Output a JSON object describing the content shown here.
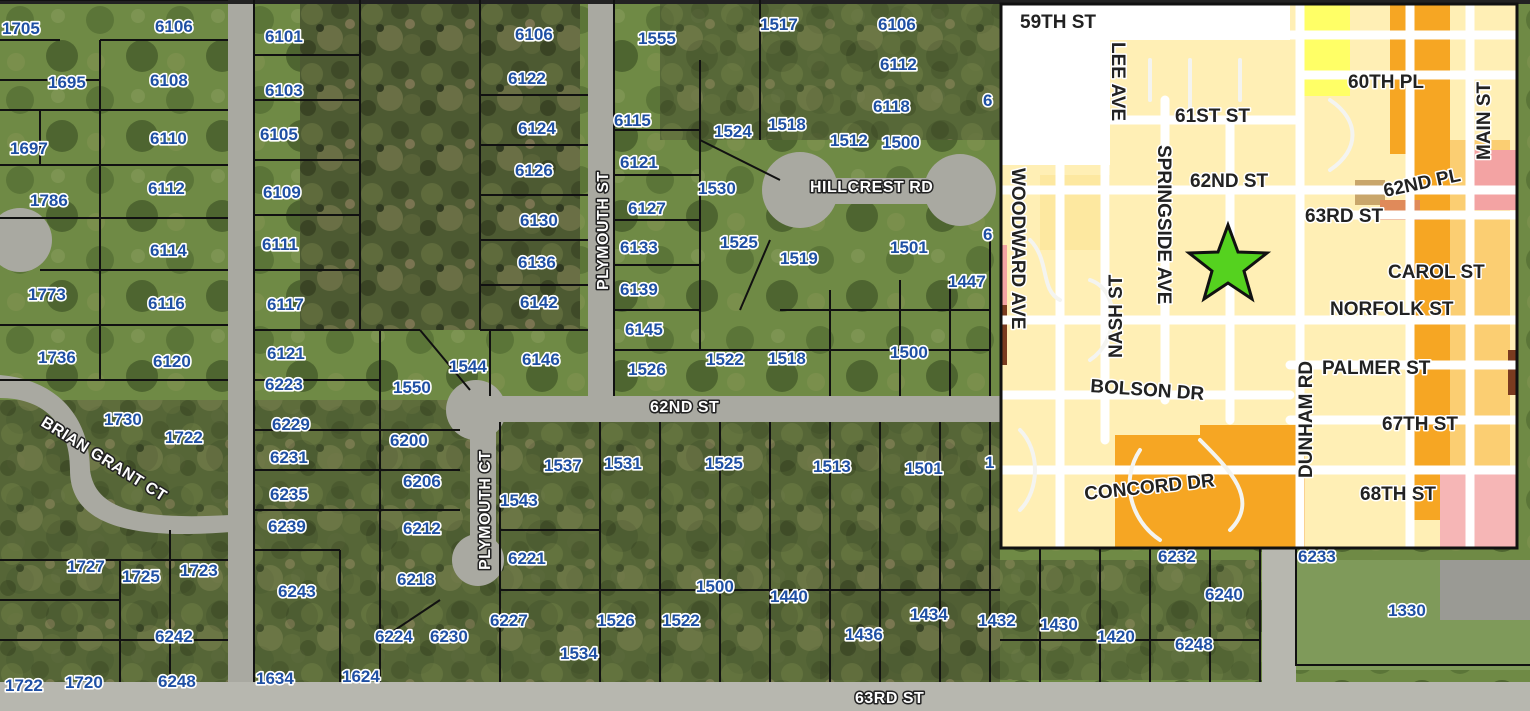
{
  "map": {
    "aerial_streets": [
      {
        "id": "plymouth-st",
        "label": "PLYMOUTH ST"
      },
      {
        "id": "hillcrest-rd",
        "label": "HILLCREST RD"
      },
      {
        "id": "62nd-st",
        "label": "62ND ST"
      },
      {
        "id": "plymouth-ct",
        "label": "PLYMOUTH CT"
      },
      {
        "id": "brian-grant-ct",
        "label": "BRIAN GRANT CT"
      },
      {
        "id": "63rd-st",
        "label": "63RD ST"
      }
    ],
    "address_labels": [
      "1705",
      "6106",
      "6101",
      "6106",
      "1555",
      "1517",
      "6106",
      "1695",
      "6108",
      "6103",
      "6122",
      "6112",
      "6",
      "1697",
      "6110",
      "6105",
      "6124",
      "6115",
      "1524",
      "1518",
      "6118",
      "1512",
      "1500",
      "6126",
      "6121",
      "1786",
      "6112",
      "6109",
      "1530",
      "6130",
      "6127",
      "6114",
      "6111",
      "6136",
      "6133",
      "1525",
      "1519",
      "1501",
      "6",
      "1773",
      "6116",
      "6117",
      "6142",
      "6139",
      "1447",
      "6145",
      "1736",
      "6120",
      "6121",
      "1544",
      "6146",
      "1526",
      "1522",
      "1518",
      "1500",
      "6223",
      "1550",
      "1730",
      "6229",
      "1722",
      "6200",
      "6231",
      "1537",
      "1531",
      "1525",
      "1513",
      "1501",
      "1",
      "6206",
      "6235",
      "1543",
      "6239",
      "6212",
      "6221",
      "1727",
      "1725",
      "1723",
      "6243",
      "6218",
      "6232",
      "6233",
      "1500",
      "1440",
      "6240",
      "1330",
      "6242",
      "6224",
      "6230",
      "6227",
      "1526",
      "1522",
      "1434",
      "1432",
      "1430",
      "1436",
      "1420",
      "6248",
      "1534",
      "1634",
      "1624",
      "1722",
      "1720",
      "6248"
    ],
    "inset": {
      "site_marker": "green-star",
      "zoning_colors": {
        "single_family": "#ffefb5",
        "multi_family": "#f6a623",
        "light_yellow": "#fdd67a",
        "commercial": "#f3a3a3",
        "yellow": "#ffff5a",
        "tan": "#c9a66b",
        "dark": "#7a3b1f"
      },
      "streets": [
        {
          "id": "59th-st",
          "label": "59TH ST"
        },
        {
          "id": "lee-ave",
          "label": "LEE AVE"
        },
        {
          "id": "61st-st",
          "label": "61ST ST"
        },
        {
          "id": "60th-pl",
          "label": "60TH PL"
        },
        {
          "id": "main-st",
          "label": "MAIN ST"
        },
        {
          "id": "springside-ave",
          "label": "SPRINGSIDE AVE"
        },
        {
          "id": "woodward-ave",
          "label": "WOODWARD AVE"
        },
        {
          "id": "62nd-st",
          "label": "62ND ST"
        },
        {
          "id": "62nd-pl",
          "label": "62ND PL"
        },
        {
          "id": "63rd-st",
          "label": "63RD ST"
        },
        {
          "id": "nash-st",
          "label": "NASH ST"
        },
        {
          "id": "carol-st",
          "label": "CAROL ST"
        },
        {
          "id": "norfolk-st",
          "label": "NORFOLK ST"
        },
        {
          "id": "dunham-rd",
          "label": "DUNHAM RD"
        },
        {
          "id": "palmer-st",
          "label": "PALMER ST"
        },
        {
          "id": "bolson-dr",
          "label": "BOLSON DR"
        },
        {
          "id": "67th-st",
          "label": "67TH ST"
        },
        {
          "id": "concord-dr",
          "label": "CONCORD DR"
        },
        {
          "id": "68th-st",
          "label": "68TH ST"
        }
      ]
    }
  }
}
